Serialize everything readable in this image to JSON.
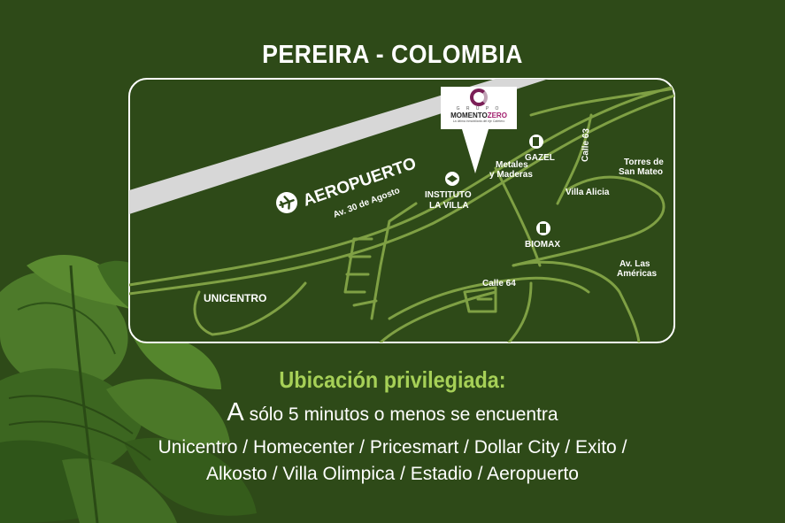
{
  "title": "PEREIRA - COLOMBIA",
  "logo": {
    "top_text": "G R U P O",
    "brand_main": "MOMENTO",
    "brand_accent": "ZERO",
    "tagline": "La última inmobiliaria del eje Cafetero"
  },
  "map": {
    "labels": {
      "airport": "AEROPUERTO",
      "avenue": "Av. 30 de Agosto",
      "instituto_line1": "INSTITUTO",
      "instituto_line2": "LA VILLA",
      "metales_line1": "Metales",
      "metales_line2": "y Maderas",
      "gazel": "GAZEL",
      "calle63": "Calle 63",
      "torres_line1": "Torres de",
      "torres_line2": "San Mateo",
      "villa_alicia": "Villa Alicia",
      "biomax": "BIOMAX",
      "av_americas_line1": "Av. Las",
      "av_americas_line2": "Américas",
      "calle64": "Calle 64",
      "unicentro": "UNICENTRO"
    },
    "icons": [
      "airplane-icon",
      "gas-station-icon",
      "school-icon",
      "location-pin-icon"
    ]
  },
  "headline": "Ubicación privilegiada:",
  "subline_first": "A",
  "subline_rest": " sólo 5 minutos o menos se encuentra",
  "places_line1": "Unicentro / Homecenter / Pricesmart / Dollar City / Exito /",
  "places_line2": "Alkosto / Villa Olimpica / Estadio / Aeropuerto",
  "colors": {
    "background": "#2e4a18",
    "road": "#7fa044",
    "accent_text": "#a6d057",
    "runway": "#d7d7d7",
    "brand": "#7b1f57"
  }
}
